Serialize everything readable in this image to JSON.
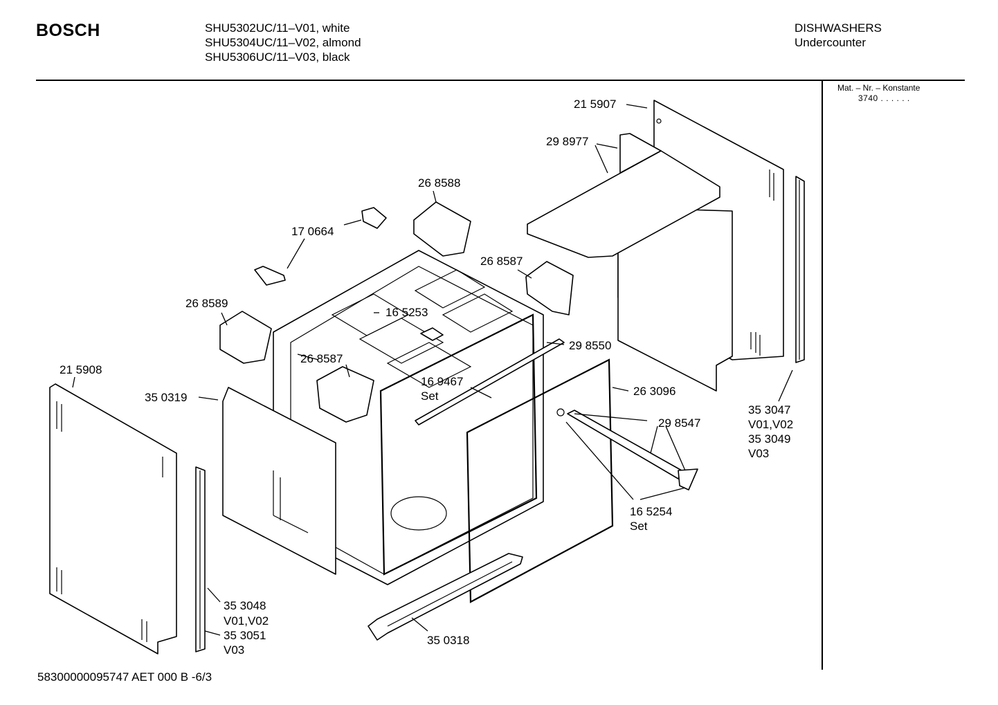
{
  "header": {
    "brand": "BOSCH",
    "models": [
      "SHU5302UC/11–V01, white",
      "SHU5304UC/11–V02, almond",
      "SHU5306UC/11–V03, black"
    ],
    "category": "DISHWASHERS",
    "subcategory": "Undercounter"
  },
  "sidebar": {
    "mat_label": "Mat. – Nr. – Konstante",
    "mat_value": "3740 . . . . . ."
  },
  "parts": {
    "p215907": "21 5907",
    "p298977": "29 8977",
    "p268588": "26 8588",
    "p170664": "17 0664",
    "p268587a": "26 8587",
    "p268589": "26 8589",
    "p165253": "16 5253",
    "p298550": "29 8550",
    "p268587b": "26 8587",
    "p215908": "21 5908",
    "p350319": "35 0319",
    "p169467": "16 9467",
    "p169467_set": "Set",
    "p263096": "26 3096",
    "p298547": "29 8547",
    "p165254": "16 5254",
    "p165254_set": "Set",
    "p353047": "35 3047",
    "p353047_v": "V01,V02",
    "p353049": "35 3049",
    "p353049_v": "V03",
    "p353048": "35 3048",
    "p353048_v": "V01,V02",
    "p353051": "35 3051",
    "p353051_v": "V03",
    "p350318": "35 0318"
  },
  "footer": {
    "doc_number": "58300000095747 AET 000 B",
    "page": "-6/3"
  }
}
